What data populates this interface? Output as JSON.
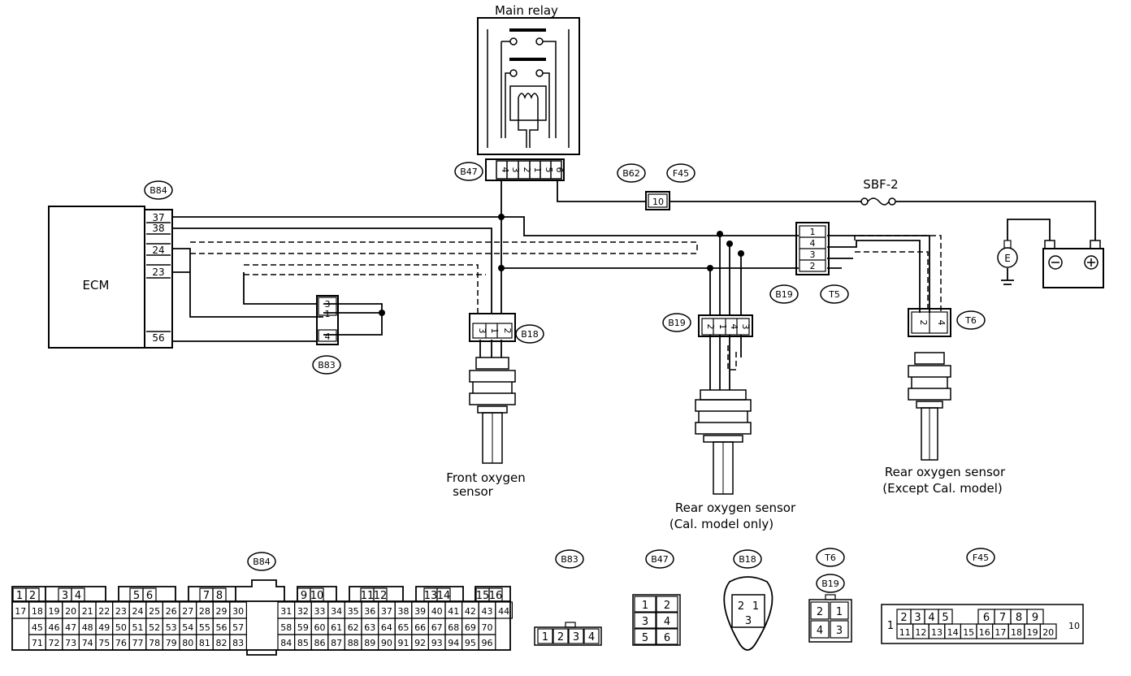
{
  "labels": {
    "main_relay": "Main relay",
    "ecm": "ECM",
    "sbf": "SBF-2",
    "ground_symbol": "E",
    "front_sensor_l1": "Front oxygen",
    "front_sensor_l2": "sensor",
    "rear_cal_l1": "Rear oxygen sensor",
    "rear_cal_l2": "(Cal. model only)",
    "rear_exc_l1": "Rear oxygen sensor",
    "rear_exc_l2": "(Except  Cal. model)"
  },
  "tags": {
    "b84": "B84",
    "b47": "B47",
    "b62": "B62",
    "f45": "F45",
    "b83": "B83",
    "b18": "B18",
    "b19": "B19",
    "t5": "T5",
    "t6": "T6"
  },
  "ecm_pins": [
    "37",
    "38",
    "24",
    "23",
    "56"
  ],
  "relay_pins": [
    "4",
    "3",
    "2",
    "1",
    "5",
    "6"
  ],
  "fuse_pin": "10",
  "b83_pins": [
    "3",
    "1",
    "4"
  ],
  "b18_pins": [
    "3",
    "1",
    "2"
  ],
  "t5_pins": [
    "1",
    "4",
    "3",
    "2"
  ],
  "b19_pins": [
    "2",
    "1",
    "4",
    "3"
  ],
  "t6_pins": [
    "2",
    "4"
  ],
  "connectors": {
    "b84_rows": [
      [
        "1",
        "2",
        "3",
        "4",
        "5",
        "6",
        "7",
        "8",
        "9",
        "10",
        "11",
        "12",
        "13",
        "14",
        "15",
        "16"
      ],
      [
        "17",
        "18",
        "19",
        "20",
        "21",
        "22",
        "23",
        "24",
        "25",
        "26",
        "27",
        "28",
        "29",
        "30",
        "31",
        "32",
        "33",
        "34",
        "35",
        "36",
        "37",
        "38",
        "39",
        "40",
        "41",
        "42",
        "43",
        "44"
      ],
      [
        "45",
        "46",
        "47",
        "48",
        "49",
        "50",
        "51",
        "52",
        "53",
        "54",
        "55",
        "56",
        "57",
        "58",
        "59",
        "60",
        "61",
        "62",
        "63",
        "64",
        "65",
        "66",
        "67",
        "68",
        "69",
        "70"
      ],
      [
        "71",
        "72",
        "73",
        "74",
        "75",
        "76",
        "77",
        "78",
        "79",
        "80",
        "81",
        "82",
        "83",
        "84",
        "85",
        "86",
        "87",
        "88",
        "89",
        "90",
        "91",
        "92",
        "93",
        "94",
        "95",
        "96"
      ]
    ],
    "b83_cells": [
      "1",
      "2",
      "3",
      "4"
    ],
    "b47_cells": [
      "1",
      "2",
      "3",
      "4",
      "5",
      "6"
    ],
    "b18_cells": [
      "2",
      "1",
      "3"
    ],
    "t6_tag": "T6",
    "b19_tag": "B19",
    "t6_cells": [
      "2",
      "1",
      "4",
      "3"
    ],
    "f45_cells": {
      "left": "1",
      "top": [
        "2",
        "3",
        "4",
        "5",
        "6",
        "7",
        "8",
        "9"
      ],
      "bottom": [
        "11",
        "12",
        "13",
        "14",
        "15",
        "16",
        "17",
        "18",
        "19",
        "20"
      ],
      "right": "10"
    }
  }
}
